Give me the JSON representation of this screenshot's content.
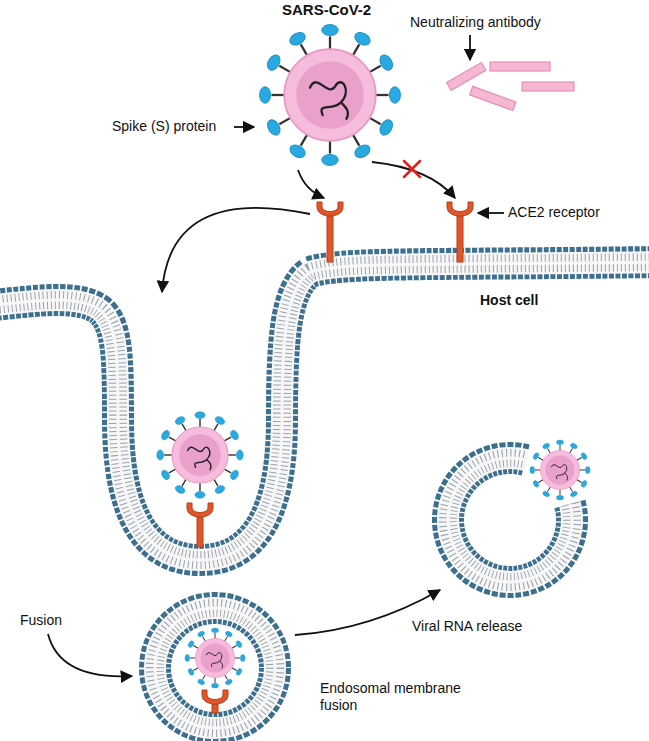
{
  "diagram": {
    "labels": [
      "SARS-CoV-2",
      "Spike (S) protein",
      "Neutralizing antibody",
      "ACE2 receptor",
      "Host cell",
      "Fusion",
      "Viral RNA release",
      "Endosomal membrane fusion"
    ]
  }
}
